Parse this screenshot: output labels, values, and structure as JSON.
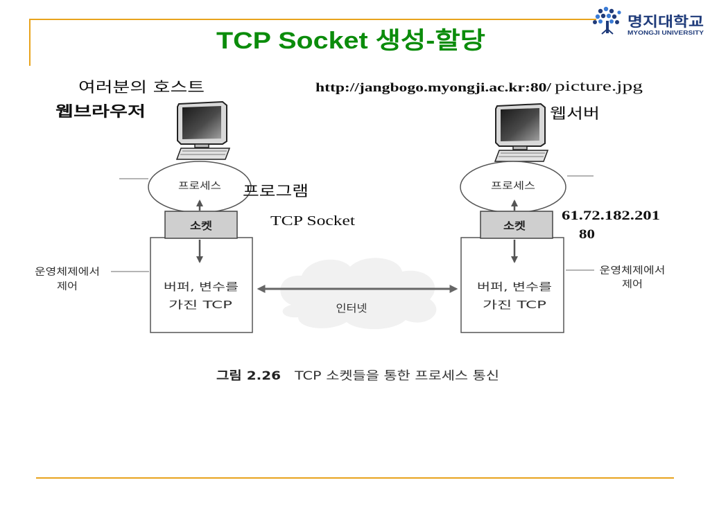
{
  "slide": {
    "title": "TCP Socket 생성-할당",
    "logo": {
      "name_ko": "명지대학교",
      "name_en": "MYONGJI UNIVERSITY",
      "emblem_icon": "university-tree-emblem-icon"
    },
    "colors": {
      "title": "#0b8c0b",
      "accent_line": "#e8a31c",
      "logo": "#1f3b7a",
      "diagram_line": "#555555",
      "socket_fill": "#cfcfcf"
    }
  },
  "diagram": {
    "client": {
      "host_label": "여러분의 호스트",
      "app_label": "웹브라우저",
      "computer_icon": "desktop-computer-icon",
      "process_label": "프로세스",
      "socket_label": "소켓",
      "tcp_lines": [
        "버퍼, 변수를",
        "가진 TCP"
      ],
      "os_control_lines": [
        "운영체제에서",
        "제어"
      ]
    },
    "server": {
      "url": "http://jangbogo.myongji.ac.kr:80/",
      "url_file": "picture.jpg",
      "app_label": "웹서버",
      "computer_icon": "desktop-computer-icon",
      "process_label": "프로세스",
      "socket_label": "소켓",
      "ip_address": "61.72.182.201",
      "port": "80",
      "tcp_lines": [
        "버퍼, 변수를",
        "가진 TCP"
      ],
      "os_control_lines": [
        "운영체제에서",
        "제어"
      ]
    },
    "program_label": "프로그램",
    "tcp_socket_label": "TCP Socket",
    "network_label": "인터넷",
    "caption": {
      "figure_number": "그림 2.26",
      "text": "TCP 소켓들을 통한 프로세스 통신"
    }
  }
}
